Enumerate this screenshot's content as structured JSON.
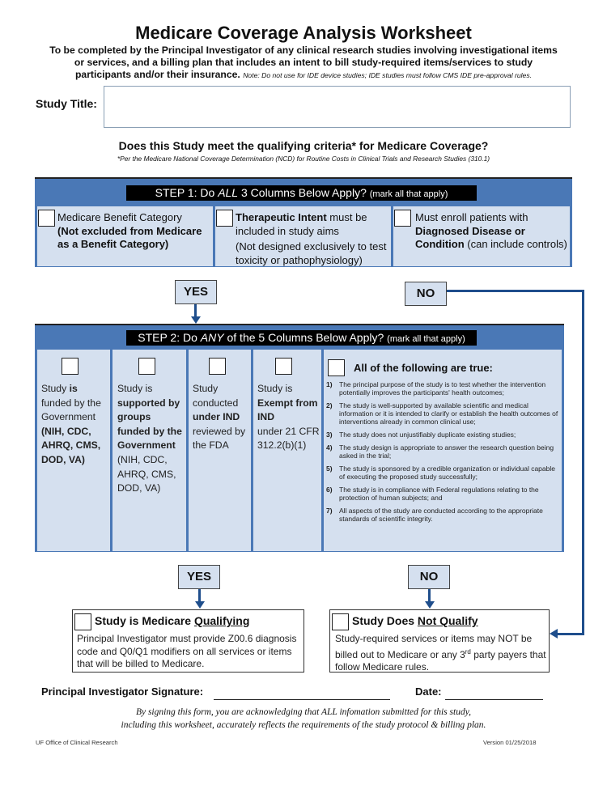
{
  "header": {
    "title": "Medicare Coverage Analysis Worksheet",
    "intro_line1": "To be completed by the Principal Investigator of any clinical research studies involving investigational items",
    "intro_line2": "or services, and a billing plan that includes an intent to bill study-required items/services to study",
    "intro_line3": "participants and/or their insurance.",
    "intro_note": "Note: Do not use for IDE device studies;  IDE studies must follow CMS IDE pre-approval rules."
  },
  "study_title": {
    "label": "Study Title:",
    "value": ""
  },
  "question": {
    "text": "Does this Study meet the qualifying criteria* for Medicare Coverage?",
    "footnote": "*Per the Medicare National Coverage Determination (NCD) for Routine Costs in Clinical Trials and Research Studies (310.1)"
  },
  "step1": {
    "label_a": "STEP 1: Do ",
    "label_em": "ALL",
    "label_b": " 3 Columns Below Apply?",
    "label_small": "(mark all that apply)",
    "col1": {
      "line1": "Medicare Benefit Category",
      "bold": "(Not excluded from Medicare as a Benefit Category)"
    },
    "col2": {
      "bold": "Therapeutic Intent",
      "rest": " must be included in study aims",
      "paren": "(Not designed exclusively to test toxicity or pathophysiology)"
    },
    "col3": {
      "line1": "Must enroll patients with ",
      "bold": "Diagnosed Disease or Condition",
      "rest": " (can include controls)"
    }
  },
  "flow": {
    "yes": "YES",
    "no": "NO"
  },
  "step2": {
    "label_a": "STEP 2: Do ",
    "label_em": "ANY",
    "label_b": " of the 5 Columns Below Apply?",
    "label_small": "(mark all that apply)",
    "col1": {
      "a": "Study ",
      "b": "is",
      "c": " funded by the Government",
      "d": "(NIH, CDC, AHRQ, CMS, DOD, VA)"
    },
    "col2": {
      "a": "Study is",
      "b": "supported by groups funded by the Government",
      "c": "(NIH, CDC, AHRQ, CMS, DOD, VA)"
    },
    "col3": {
      "a": "Study conducted",
      "b": "under IND",
      "c": "reviewed by the FDA"
    },
    "col4": {
      "a": "Study is",
      "b": "Exempt from IND",
      "c": "under 21 CFR 312.2(b)(1)"
    },
    "col5": {
      "heading": "All of the following are true:",
      "items": [
        {
          "num": "1)",
          "text": "The principal purpose of the study is to test whether the intervention potentially improves the participants' health outcomes;"
        },
        {
          "num": "2)",
          "text": "The study is well-supported by available scientific and medical information or it is intended to clarify or establish the health outcomes of interventions already in common clinical use;"
        },
        {
          "num": "3)",
          "text": "The study does not unjustifiably duplicate existing studies;"
        },
        {
          "num": "4)",
          "text": "The study design is appropriate to answer the research question being asked in the trial;"
        },
        {
          "num": "5)",
          "text": "The study is sponsored by a credible organization or individual capable of executing the proposed study successfully;"
        },
        {
          "num": "6)",
          "text": "The study is in compliance with Federal regulations relating to the protection of human subjects; and"
        },
        {
          "num": "7)",
          "text": "All aspects of the study are conducted according to the appropriate standards of scientific integrity."
        }
      ]
    }
  },
  "result_yes": {
    "head_a": "Study is Medicare ",
    "head_u": "Qualifying",
    "body": "Principal Investigator must provide Z00.6 diagnosis code and Q0/Q1 modifiers on all services or items that will be billed to Medicare."
  },
  "result_no": {
    "head_a": "Study Does ",
    "head_u": "Not Qualify",
    "body_a": "Study-required services or items may NOT be billed out to Medicare or any 3",
    "body_sup": "rd",
    "body_b": " party payers that follow Medicare rules."
  },
  "signature": {
    "pi_label": "Principal Investigator Signature:",
    "date_label": "Date:"
  },
  "affirmation": {
    "line1": "By signing this form, you are acknowledging that ALL infomation submitted for this study,",
    "line2": "including this worksheet, accurately reflects the requirements of the study protocol & billing plan."
  },
  "footer": {
    "left": "UF Office of Clinical Research",
    "right": "Version 01/25/2018"
  }
}
